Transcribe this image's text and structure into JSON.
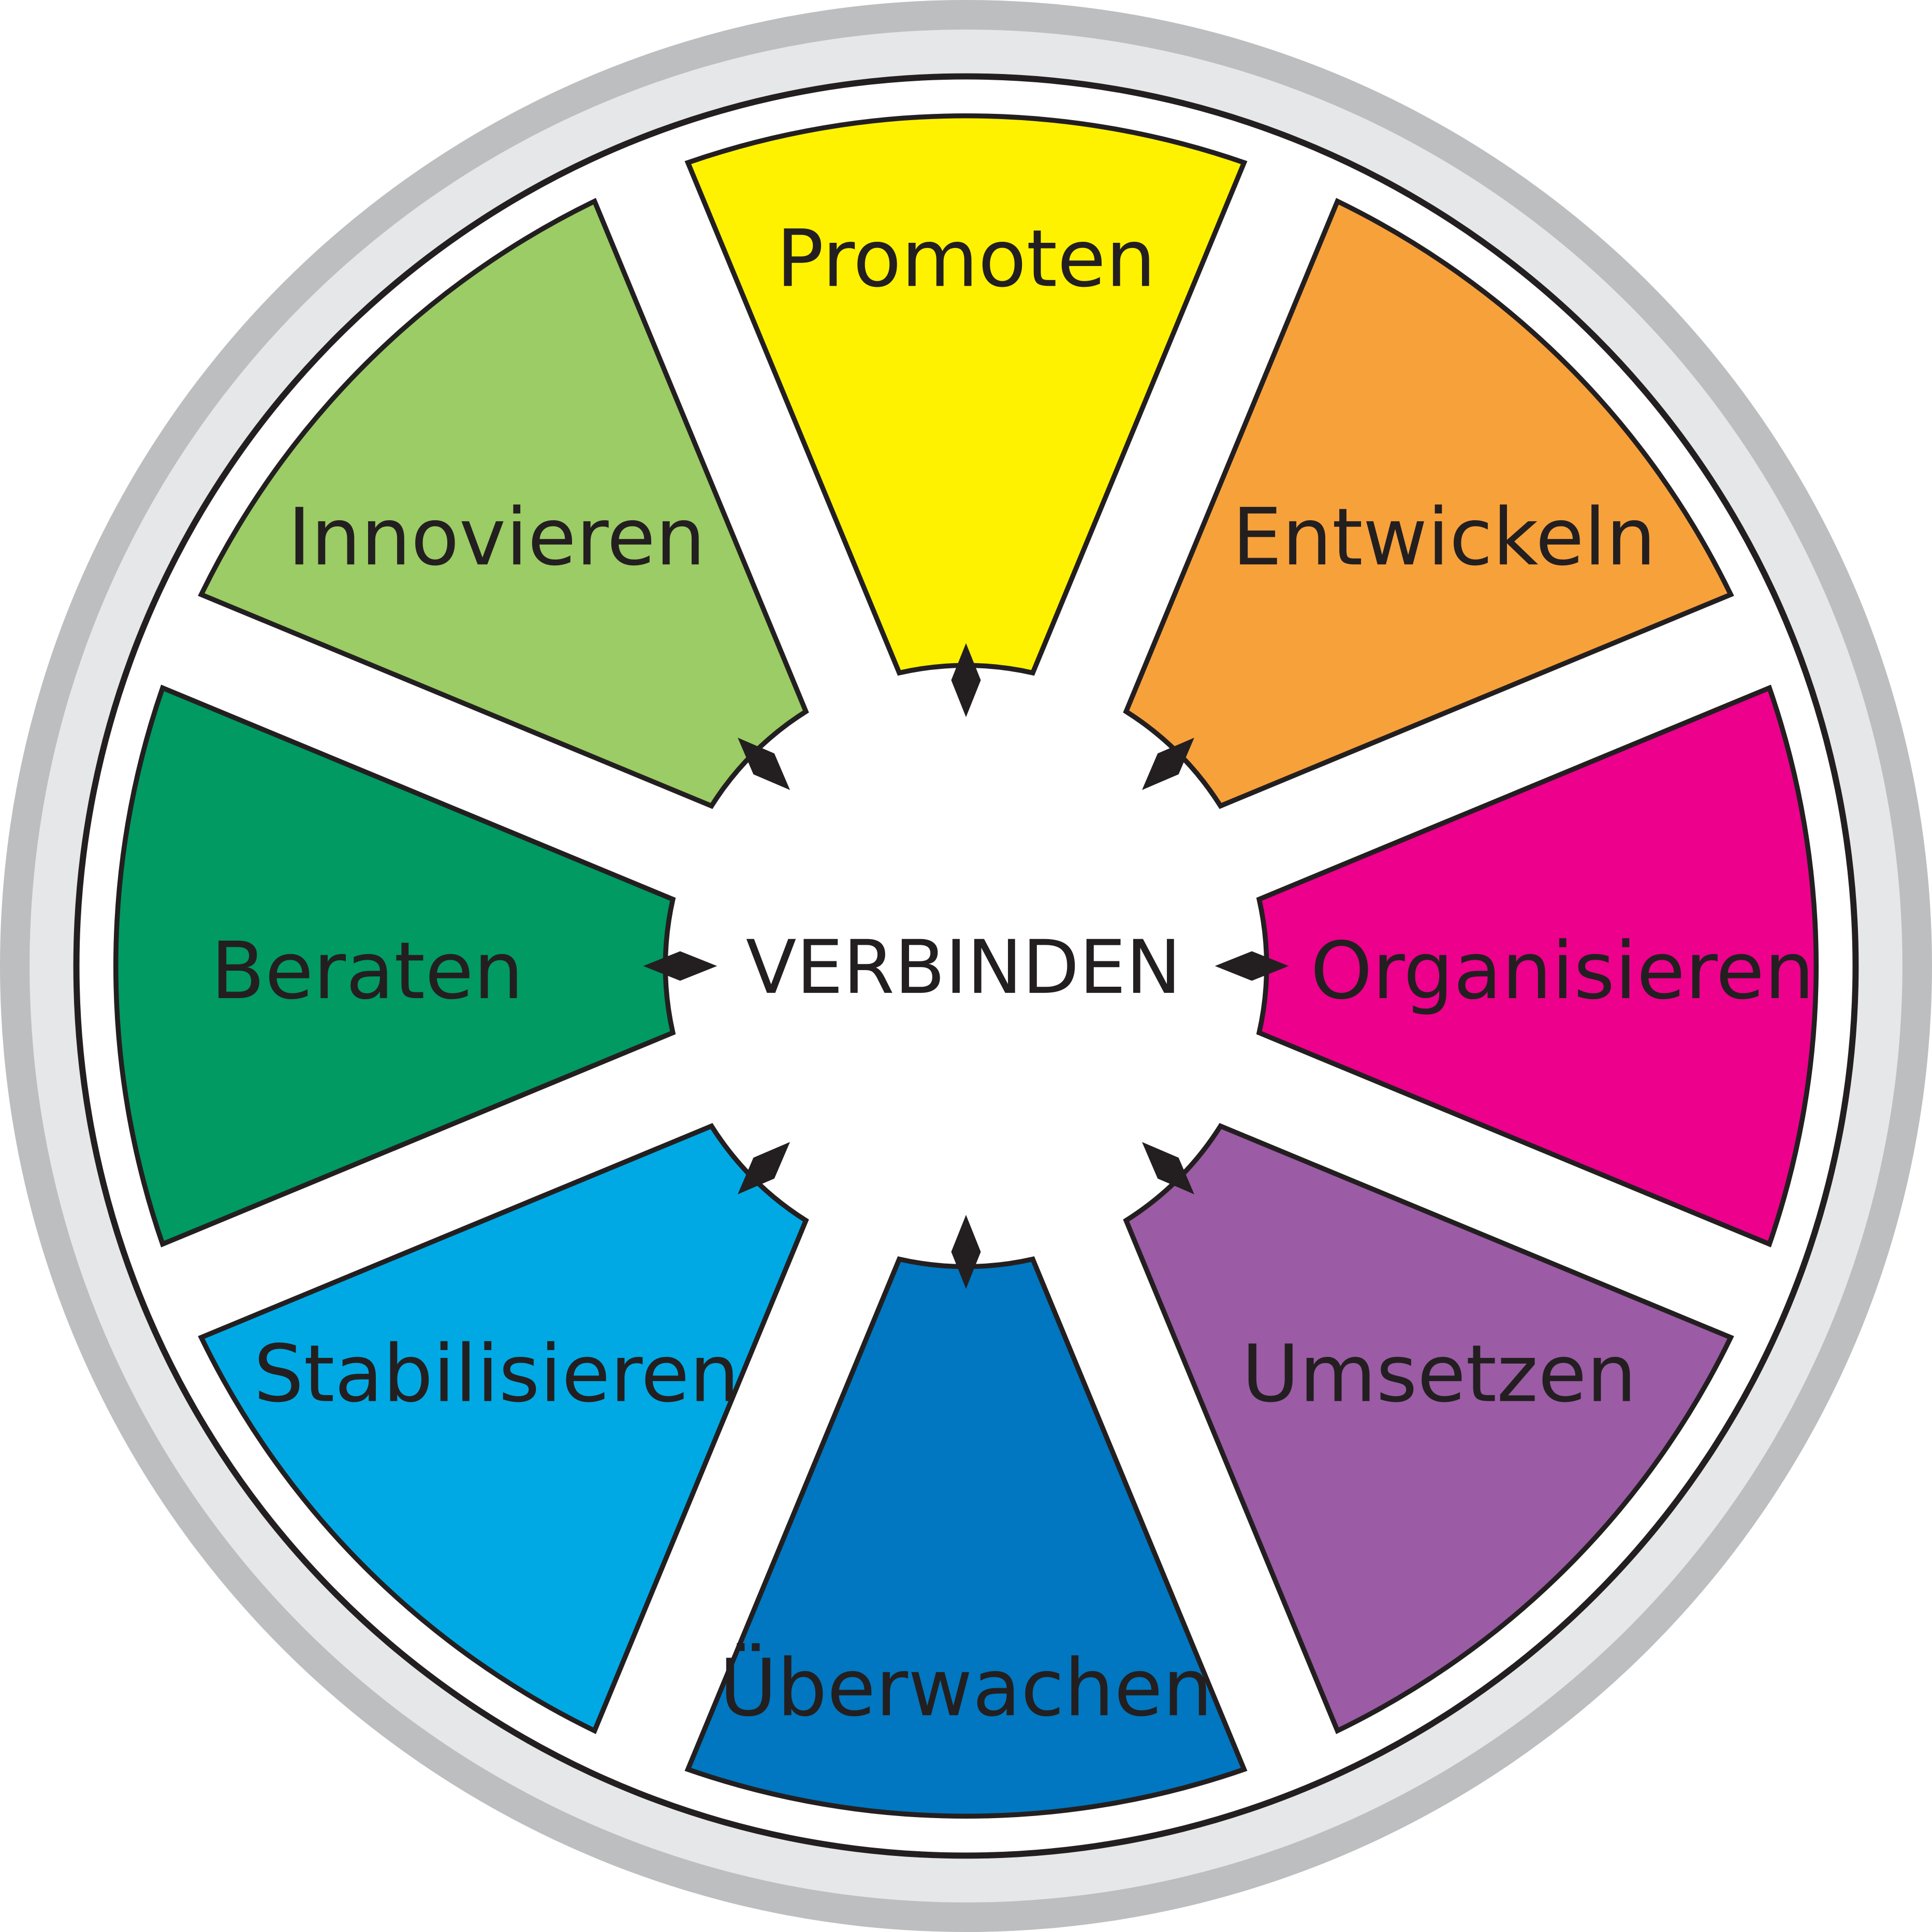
{
  "center": {
    "label": "VERBINDEN"
  },
  "segments": [
    {
      "label": "Promoten",
      "color": "#FFF200"
    },
    {
      "label": "Entwickeln",
      "color": "#F7A13B"
    },
    {
      "label": "Organisieren",
      "color": "#EC008C"
    },
    {
      "label": "Umsetzen",
      "color": "#9B5BA5"
    },
    {
      "label": "Überwachen",
      "color": "#0077C0"
    },
    {
      "label": "Stabilisieren",
      "color": "#00A9E4"
    },
    {
      "label": "Beraten",
      "color": "#009A62"
    },
    {
      "label": "Innovieren",
      "color": "#9BCC65"
    }
  ]
}
